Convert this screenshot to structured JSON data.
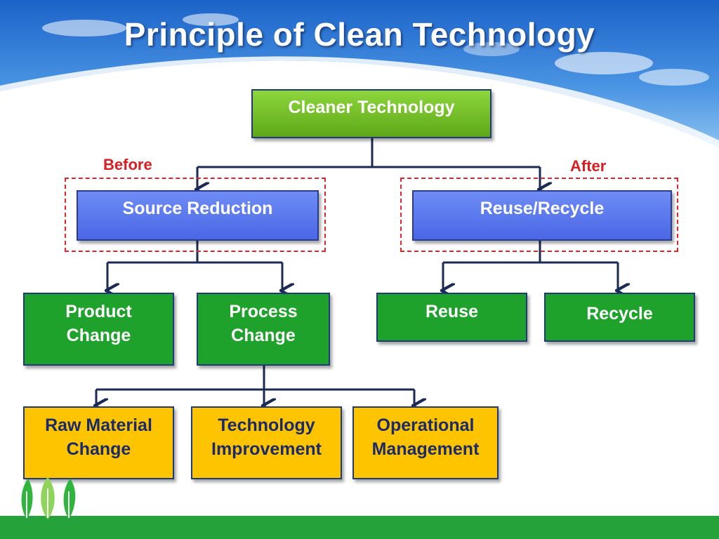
{
  "title": "Principle of Clean Technology",
  "labels": {
    "before": "Before",
    "after": "After"
  },
  "nodes": {
    "root": "Cleaner Technology",
    "source_reduction": "Source Reduction",
    "reuse_recycle": "Reuse/Recycle",
    "product_change": [
      "Product",
      "Change"
    ],
    "process_change": [
      "Process",
      "Change"
    ],
    "reuse": "Reuse",
    "recycle": "Recycle",
    "raw_material_change": [
      "Raw Material",
      "Change"
    ],
    "technology_improvement": [
      "Technology",
      "Improvement"
    ],
    "operational_management": [
      "Operational",
      "Management"
    ]
  },
  "colors": {
    "root_fill": "#6fbf2a",
    "category_fill": "#5a78ef",
    "leaf_fill": "#1fa22b",
    "sub_leaf_fill": "#ffc400",
    "dashed_outline": "#e0262a",
    "connector": "#1b2a55",
    "title_text": "#ffffff"
  },
  "icons": {
    "background": "sky-clouds-graphic",
    "footer_logo": "leaf-logo-icon"
  }
}
